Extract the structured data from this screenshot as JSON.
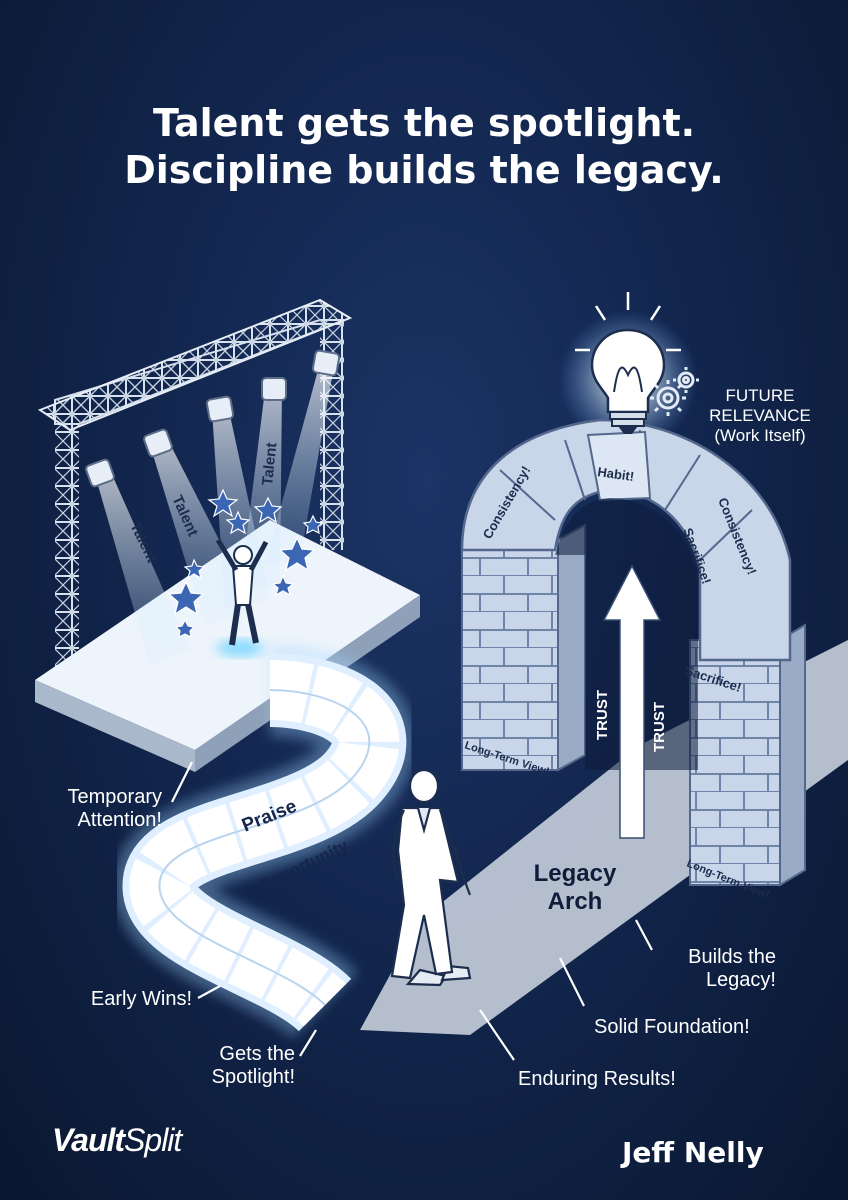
{
  "headline": {
    "line1": "Talent gets the spotlight.",
    "line2": "Discipline builds the legacy."
  },
  "stage": {
    "beam_labels": [
      "Talent",
      "Talent",
      "Talent"
    ]
  },
  "path": {
    "praise": "Praise",
    "opportunity": "Opportunity"
  },
  "arch": {
    "stones": {
      "consistency_left": "Consistency!",
      "habit": "Habit!",
      "consistency_right": "Consistency!",
      "sacrifice_inner": "Sacrifice!",
      "sacrifice_right": "Sacrifice!",
      "long_term_left": "Long-Term View!",
      "long_term_right": "Long-Term View!"
    },
    "trust_left": "TRUST",
    "trust_right": "TRUST",
    "title_line1": "Legacy",
    "title_line2": "Arch"
  },
  "future": {
    "line1": "FUTURE",
    "line2": "RELEVANCE",
    "line3": "(Work Itself)"
  },
  "callouts": {
    "temporary": [
      "Temporary",
      "Attention!"
    ],
    "early_wins": "Early Wins!",
    "spotlight": [
      "Gets the",
      "Spotlight!"
    ],
    "builds": [
      "Builds the",
      "Legacy!"
    ],
    "solid": "Solid Foundation!",
    "enduring": "Enduring Results!"
  },
  "brand": {
    "bold": "Vault",
    "light": "Split"
  },
  "author": "Jeff Nelly",
  "colors": {
    "background": "#12264e",
    "glow": "#dff1ff",
    "stone": "#c9d6ea",
    "text": "#ffffff"
  },
  "icons": [
    "lightbulb-icon",
    "gear-icon",
    "star-icon",
    "arrow-up-icon"
  ]
}
